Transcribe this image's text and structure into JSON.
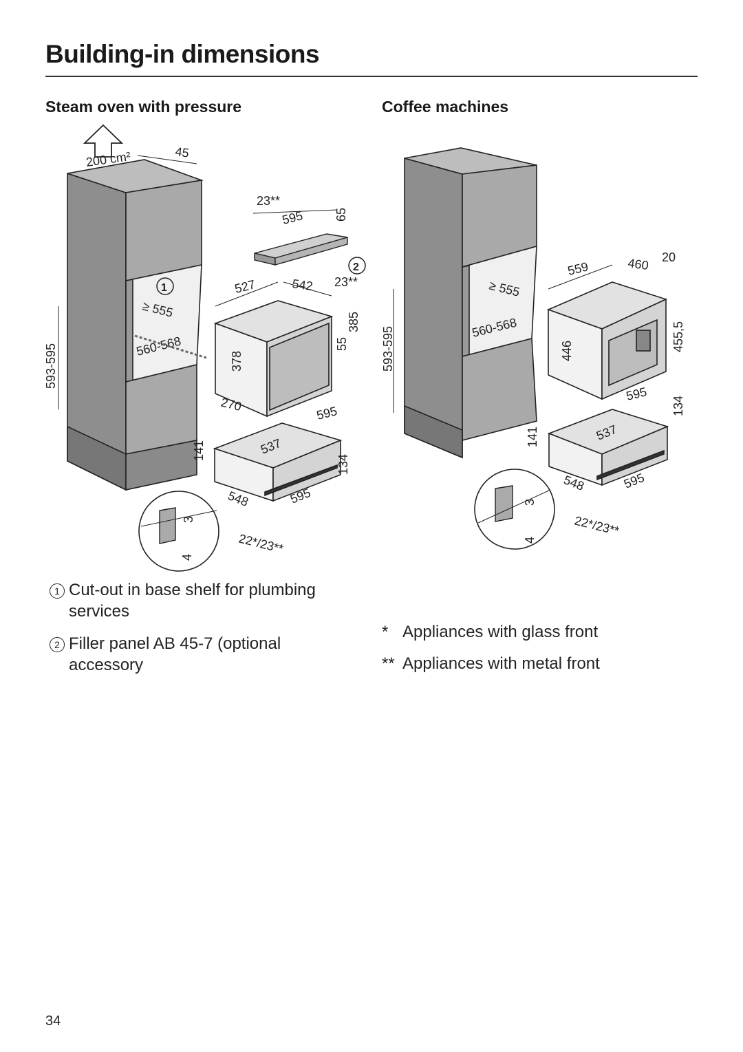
{
  "page": {
    "title": "Building-in dimensions",
    "page_number": "34"
  },
  "sections": {
    "left": "Steam oven with pressure",
    "right": "Coffee machines"
  },
  "left_figure": {
    "vent": "200 cm²",
    "dims": [
      "45",
      "23**",
      "595",
      "65",
      "527",
      "542",
      "23**",
      "≥ 555",
      "560-568",
      "593-595",
      "378",
      "55",
      "385",
      "270",
      "595",
      "537",
      "141",
      "134",
      "548",
      "595",
      "22*/23**",
      "3",
      "4"
    ],
    "markers": [
      "1",
      "2"
    ]
  },
  "right_figure": {
    "dims": [
      "559",
      "460",
      "20",
      "≥ 555",
      "560-568",
      "593-595",
      "446",
      "455,5",
      "595",
      "134",
      "537",
      "141",
      "548",
      "595",
      "22*/23**",
      "3",
      "4"
    ]
  },
  "legend": [
    {
      "num": "1",
      "text": "Cut-out in base shelf for plumbing services"
    },
    {
      "num": "2",
      "text": "Filler panel AB 45-7 (optional accessory"
    }
  ],
  "footnotes": [
    {
      "mark": "*",
      "text": "Appliances with glass front"
    },
    {
      "mark": "**",
      "text": "Appliances with metal front"
    }
  ]
}
